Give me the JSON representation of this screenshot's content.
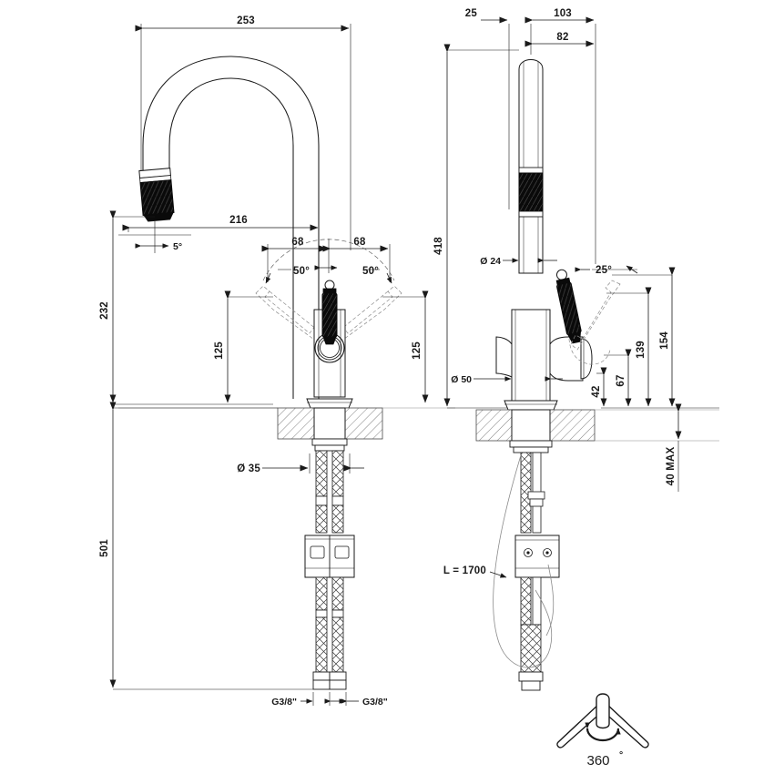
{
  "drawing": {
    "type": "technical-dimension-drawing",
    "subject": "single-lever pull-out kitchen mixer tap",
    "units": "mm",
    "background_color": "#ffffff",
    "line_color": "#1a1a1a",
    "accent_color": "#000000",
    "views": [
      "front-elevation",
      "side-elevation",
      "rotation-symbol"
    ]
  },
  "front_view": {
    "dims": {
      "overall_width": "253",
      "spout_reach": "216",
      "spout_height": "232",
      "handle_left_offset": "68",
      "handle_right_offset": "68",
      "handle_height_left": "125",
      "handle_height_right": "125",
      "total_height_below": "501",
      "shank_diameter": "Ø 35",
      "nozzle_angle": "5°",
      "swing_angle_left": "50°",
      "swing_angle_right": "50°",
      "inlet_left": "G3/8\"",
      "inlet_right": "G3/8\""
    }
  },
  "side_view": {
    "dims": {
      "back_offset": "25",
      "depth_overall": "103",
      "handle_depth": "82",
      "spout_height": "418",
      "tube_diameter": "Ø 24",
      "body_diameter": "Ø 50",
      "handle_tilt": "25°",
      "valve_center_height": "42",
      "handle_pivot_height": "67",
      "handle_height_up": "139",
      "handle_height_max": "154",
      "deck_thickness": "40 MAX",
      "hose_length": "L = 1700"
    }
  },
  "rotation_symbol": {
    "label": "360",
    "degree": "°"
  }
}
